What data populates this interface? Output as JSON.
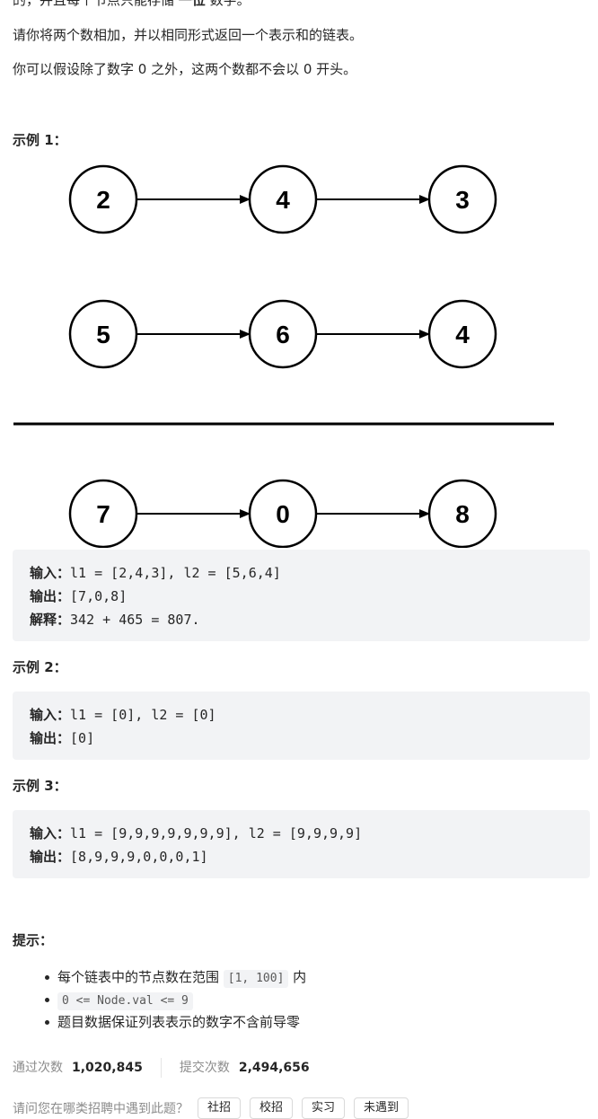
{
  "desc": {
    "line0_prefix": "的，并且每个节点只能存储 ",
    "line0_bold": "一位",
    "line0_suffix": " 数字。",
    "line1": "请你将两个数相加，并以相同形式返回一个表示和的链表。",
    "line2": "你可以假设除了数字 0 之外，这两个数都不会以 0 开头。"
  },
  "examples": [
    {
      "title": "示例 1：",
      "input_label": "输入：",
      "input": "l1 = [2,4,3], l2 = [5,6,4]",
      "output_label": "输出：",
      "output": "[7,0,8]",
      "explain_label": "解释：",
      "explain": "342 + 465 = 807."
    },
    {
      "title": "示例 2：",
      "input_label": "输入：",
      "input": "l1 = [0], l2 = [0]",
      "output_label": "输出：",
      "output": "[0]"
    },
    {
      "title": "示例 3：",
      "input_label": "输入：",
      "input": "l1 = [9,9,9,9,9,9,9], l2 = [9,9,9,9]",
      "output_label": "输出：",
      "output": "[8,9,9,9,0,0,0,1]"
    }
  ],
  "diagram": {
    "rows": [
      [
        "2",
        "4",
        "3"
      ],
      [
        "5",
        "6",
        "4"
      ],
      [
        "7",
        "0",
        "8"
      ]
    ]
  },
  "tips": {
    "title": "提示：",
    "item1_prefix": "每个链表中的节点数在范围 ",
    "item1_code": "[1, 100]",
    "item1_suffix": " 内",
    "item2_code": "0 <= Node.val <= 9",
    "item3": "题目数据保证列表表示的数字不含前导零"
  },
  "stats": {
    "accepted_label": "通过次数",
    "accepted": "1,020,845",
    "submitted_label": "提交次数",
    "submitted": "2,494,656"
  },
  "related": {
    "prefix": "请问您在哪类招聘中遇到此题？",
    "tags": [
      "社招",
      "校招",
      "实习",
      "未遇到"
    ]
  }
}
